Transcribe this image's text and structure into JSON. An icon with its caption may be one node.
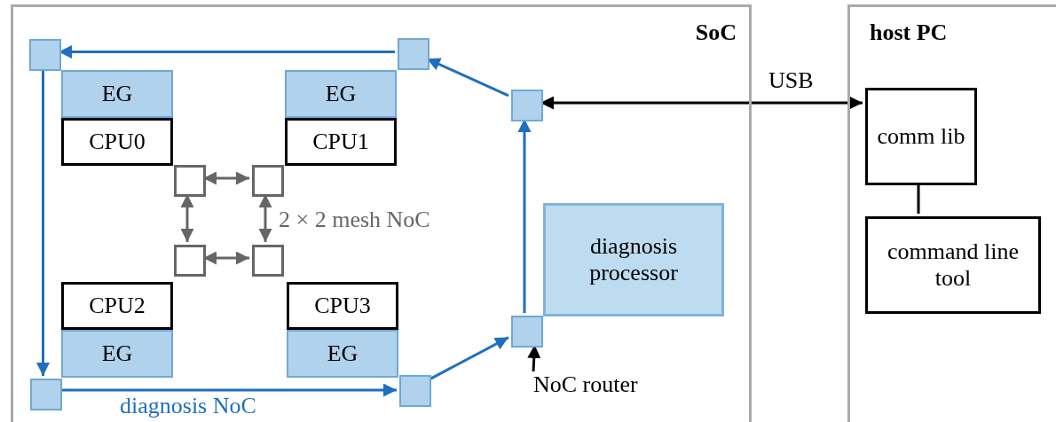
{
  "diagram": {
    "nodes": [
      {
        "text": [
          "SoC"
        ]
      },
      {
        "text": [
          "host PC"
        ]
      },
      {
        "text": [],
        "shape": "box",
        "in": 0
      },
      {
        "text": [],
        "shape": "box",
        "in": 0
      },
      {
        "text": [],
        "shape": "box",
        "in": 0
      },
      {
        "text": [
          "EG"
        ],
        "in": 0
      },
      {
        "text": [
          "CPU0"
        ],
        "in": 0
      },
      {
        "text": [
          "EG"
        ],
        "in": 0
      },
      {
        "text": [
          "CPU1"
        ],
        "in": 0
      },
      {
        "text": [],
        "shape": "box",
        "in": 0
      },
      {
        "text": [],
        "shape": "box",
        "in": 0
      },
      {
        "text": [],
        "shape": "box",
        "in": 0
      },
      {
        "text": [],
        "shape": "box",
        "in": 0
      },
      {
        "text": [
          "diagnosis processor"
        ],
        "in": 0
      },
      {
        "text": [
          "CPU2"
        ],
        "in": 0
      },
      {
        "text": [
          "EG"
        ],
        "in": 0
      },
      {
        "text": [
          "CPU3"
        ],
        "in": 0
      },
      {
        "text": [
          "EG"
        ],
        "in": 0
      },
      {
        "text": [],
        "shape": "box",
        "in": 0
      },
      {
        "text": [],
        "shape": "box",
        "in": 0
      },
      {
        "text": [],
        "shape": "box",
        "in": 0
      },
      {
        "text": [
          "comm lib"
        ],
        "in": 1
      },
      {
        "text": [
          "command line tool"
        ],
        "in": 1
      },
      {
        "text": [
          "NoC router"
        ],
        "in": 0
      }
    ],
    "edges": [
      {
        "from": 3,
        "to": 2,
        "arrow": "to"
      },
      {
        "from": 2,
        "to": 19,
        "arrow": "to"
      },
      {
        "from": 19,
        "to": 20,
        "arrow": "to"
      },
      {
        "from": 20,
        "to": 18,
        "arrow": "to"
      },
      {
        "from": 18,
        "to": 4,
        "arrow": "to"
      },
      {
        "from": 4,
        "to": 3,
        "arrow": "to"
      },
      {
        "from": 4,
        "to": 21,
        "arrow": "both",
        "label": "USB",
        "color": "#000000"
      },
      {
        "from": 21,
        "to": 22,
        "arrow": "none",
        "color": "#000000"
      },
      {
        "from": 9,
        "to": 10,
        "arrow": "both",
        "color": "#666666"
      },
      {
        "from": 9,
        "to": 11,
        "arrow": "both",
        "color": "#666666"
      },
      {
        "from": 10,
        "to": 12,
        "arrow": "both",
        "color": "#666666"
      },
      {
        "from": 11,
        "to": 12,
        "arrow": "both",
        "color": "#666666"
      },
      {
        "from": 23,
        "to": 18,
        "arrow": "to",
        "color": "#000000"
      }
    ],
    "labels": [
      "2 × 2 mesh NoC",
      "diagnosis NoC"
    ]
  }
}
